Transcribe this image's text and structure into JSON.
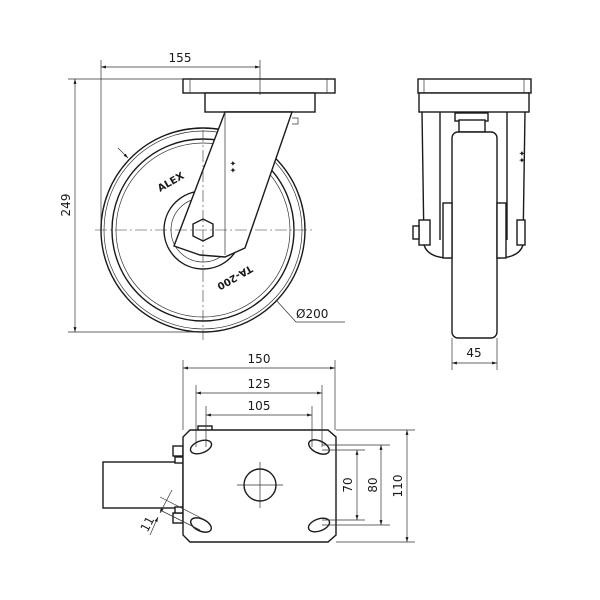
{
  "drawing": {
    "front_view": {
      "dim_offset": "155",
      "dim_height": "249",
      "dim_diameter": "Ø200",
      "wheel_mark_brand": "ALEX",
      "wheel_mark_model": "TA-200"
    },
    "side_view": {
      "dim_width": "45"
    },
    "top_view": {
      "dim_plate_length": "150",
      "dim_hole_spacing_outer": "125",
      "dim_hole_spacing_inner": "105",
      "dim_hole_spacing_y_inner": "70",
      "dim_hole_spacing_y_outer": "80",
      "dim_plate_width": "110",
      "dim_slot_width": "11"
    }
  },
  "colors": {
    "line": "#1a1a1a",
    "background": "#ffffff"
  }
}
